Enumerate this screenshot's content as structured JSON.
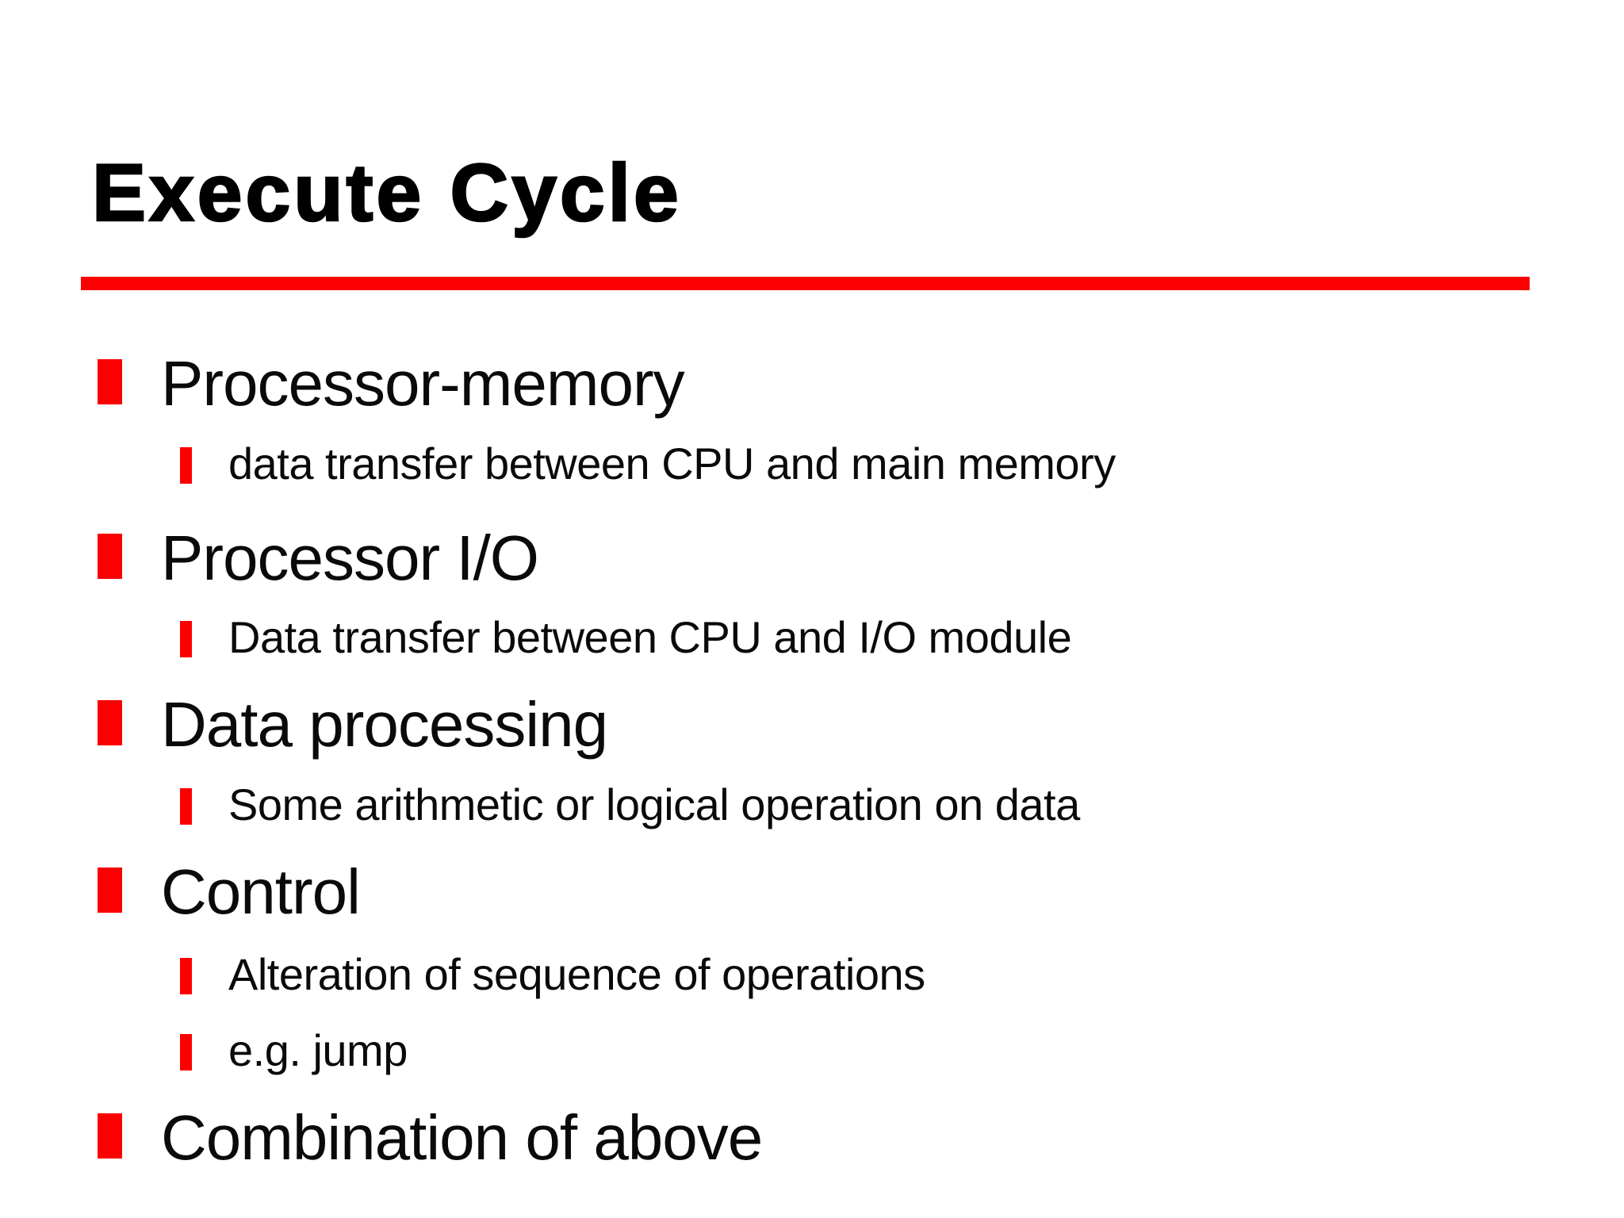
{
  "slide": {
    "title": "Execute Cycle",
    "accent_color": "#fb0000",
    "text_color": "#0a0a0a",
    "background_color": "#ffffff",
    "bullets": [
      {
        "level": 1,
        "text": "Processor-memory"
      },
      {
        "level": 2,
        "text": "data transfer between CPU and main memory"
      },
      {
        "level": 1,
        "text": "Processor I/O"
      },
      {
        "level": 2,
        "text": "Data transfer between CPU and I/O module"
      },
      {
        "level": 1,
        "text": "Data processing"
      },
      {
        "level": 2,
        "text": "Some arithmetic or logical operation on data"
      },
      {
        "level": 1,
        "text": "Control"
      },
      {
        "level": 2,
        "text": "Alteration of sequence of operations"
      },
      {
        "level": 2,
        "text": "e.g. jump"
      },
      {
        "level": 1,
        "text": "Combination of above"
      }
    ]
  }
}
